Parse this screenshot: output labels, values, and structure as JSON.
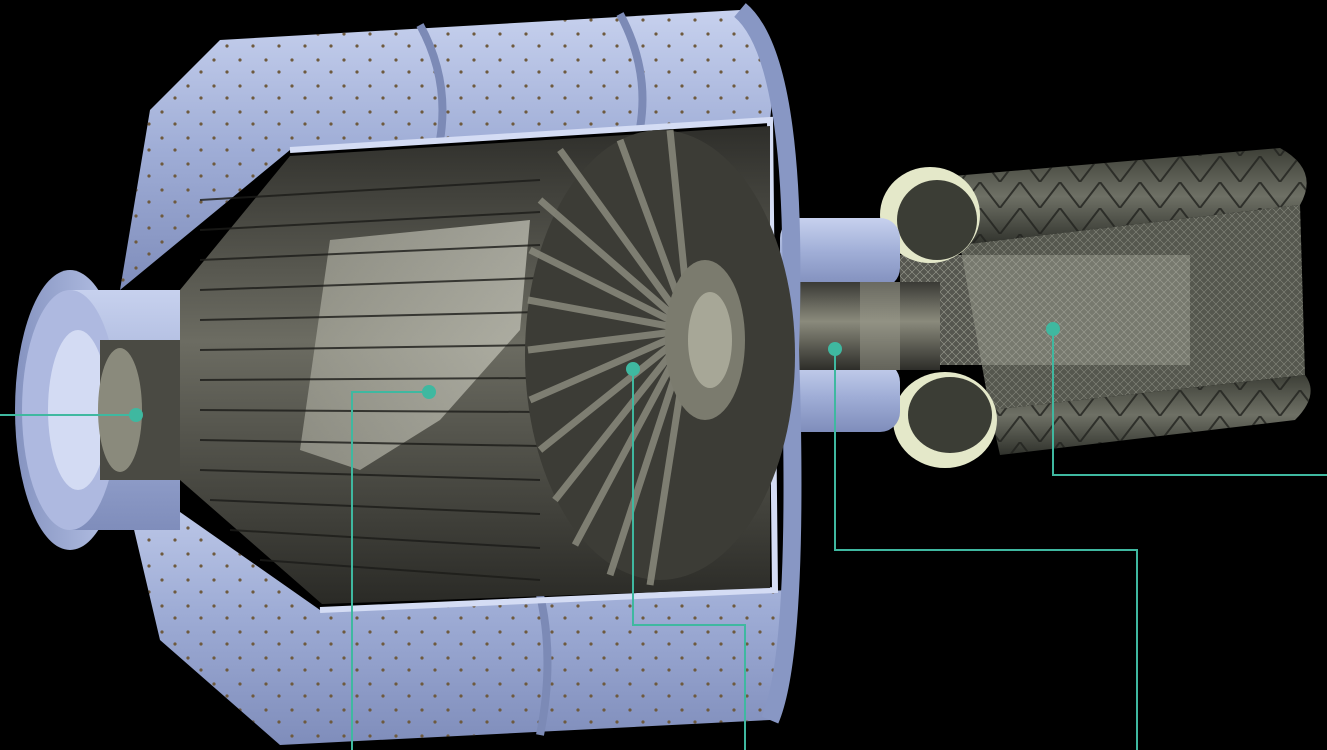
{
  "diagram": {
    "subject": "cutaway-detector-illustration",
    "callout_color": "#3fb8a0",
    "shell_color": "#a9b7dc",
    "interior_color": "#4a4a42",
    "background": "#000000",
    "callouts": [
      {
        "id": "beam-pipe-flange",
        "label": ""
      },
      {
        "id": "calorimeter-modules",
        "label": ""
      },
      {
        "id": "endcap-wheel",
        "label": ""
      },
      {
        "id": "central-shaft",
        "label": ""
      },
      {
        "id": "inner-tracker-cage",
        "label": ""
      }
    ]
  }
}
